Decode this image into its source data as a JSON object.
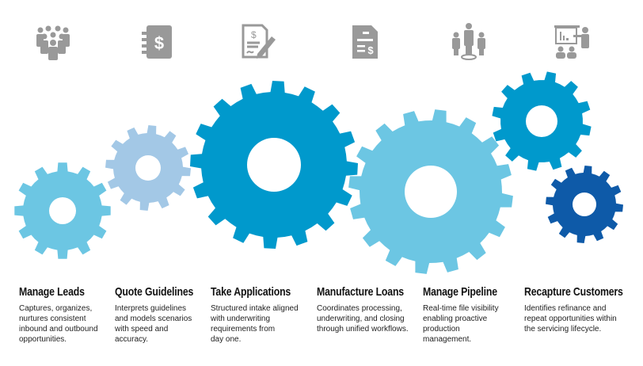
{
  "colors": {
    "icon": "#999999",
    "gear_light": "#6cc6e3",
    "gear_pale": "#a3c8e6",
    "gear_mid": "#0099cc",
    "gear_dark": "#0e5aa8"
  },
  "stages": [
    {
      "icon": "group-people-icon",
      "title": "Manage Leads",
      "lines": [
        "Captures, organizes,",
        "nurtures consistent",
        "inbound and outbound",
        "opportunities."
      ]
    },
    {
      "icon": "dollar-notebook-icon",
      "title": "Quote Guidelines",
      "lines": [
        "Interprets guidelines",
        "and models scenarios",
        "with speed and",
        "accuracy."
      ]
    },
    {
      "icon": "signed-document-icon",
      "title": "Take Applications",
      "lines": [
        "Structured intake aligned",
        "with underwriting",
        "requirements from",
        "day one."
      ]
    },
    {
      "icon": "invoice-document-icon",
      "title": "Manufacture Loans",
      "lines": [
        "Coordinates processing,",
        "underwriting, and closing",
        "through unified workflows."
      ]
    },
    {
      "icon": "team-leader-icon",
      "title": "Manage Pipeline",
      "lines": [
        "Real-time file visibility",
        "enabling proactive",
        "production",
        "management."
      ]
    },
    {
      "icon": "presentation-icon",
      "title": "Recapture Customers",
      "lines": [
        "Identifies refinance and",
        "repeat opportunities within",
        "the servicing lifecycle."
      ]
    }
  ]
}
